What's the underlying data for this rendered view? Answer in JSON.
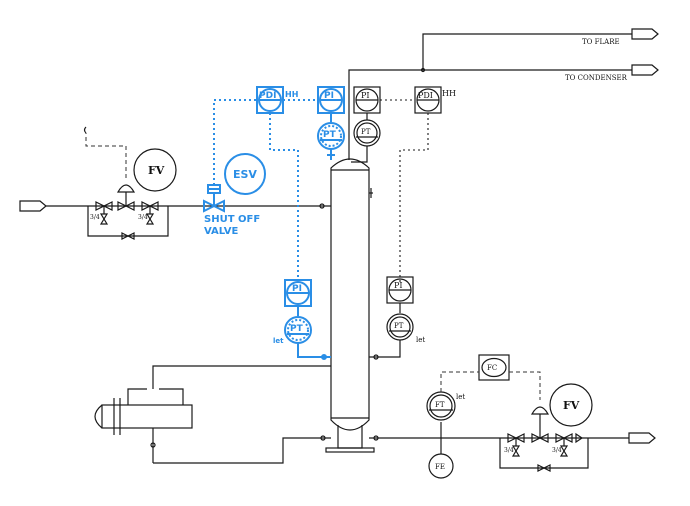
{
  "outlets": {
    "flare": "TO FLARE",
    "condenser": "TO CONDENSER"
  },
  "instruments": {
    "pdi_blue": "PDI",
    "hh_blue": "HH",
    "pi_blue_top": "PI",
    "pt_blue_top": "PT",
    "pi_black_top": "PI",
    "pt_black_top": "PT",
    "pdi_black": "PDI",
    "hh_black": "HH",
    "pi_blue_mid": "PI",
    "pt_blue_mid": "PT",
    "let_blue": "let",
    "pi_black_mid": "PI",
    "pt_black_mid": "PT",
    "let_black_mid": "let",
    "esv": "ESV",
    "fv_left": "FV",
    "fc": "FC",
    "ft": "FT",
    "let_ft": "let",
    "fe": "FE",
    "fv_right": "FV"
  },
  "valve_sizes": {
    "left_a": "3/4",
    "left_b": "3/4",
    "right_a": "3/4",
    "right_b": "3/4"
  },
  "shutoff": {
    "line1": "SHUT OFF",
    "line2": "VALVE"
  },
  "colors": {
    "highlight": "#2a8ee6",
    "line": "#1a1a1a"
  }
}
